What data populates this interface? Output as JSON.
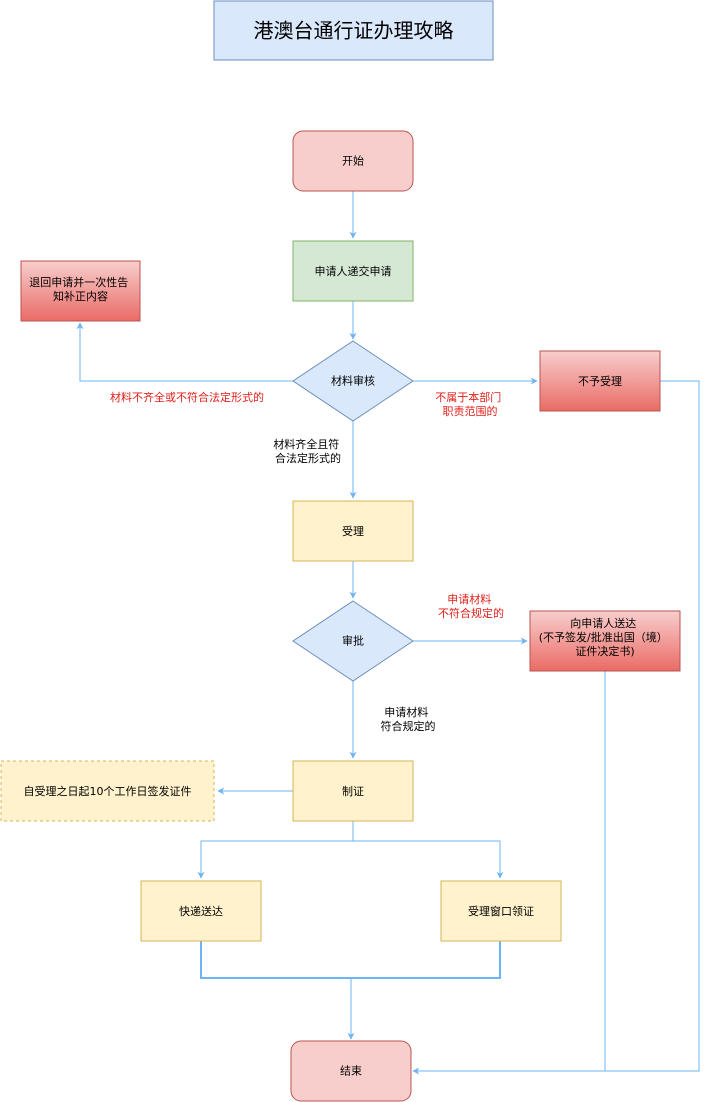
{
  "title": "港澳台通行证办理攻略",
  "nodes": {
    "start": "开始",
    "submit": [
      "申请人递交申请"
    ],
    "return_supplement": [
      "退回申请并一次性告",
      "知补正内容"
    ],
    "review": "材料审核",
    "reject": [
      "不予受理"
    ],
    "accept": [
      "受理"
    ],
    "approve": "审批",
    "notify": [
      "向申请人送达",
      "(不予签发/批准出国（境）",
      "证件决定书)"
    ],
    "make_cert": [
      "制证"
    ],
    "deadline_note": [
      "自受理之日起10个工作日签发证件"
    ],
    "express": [
      "快递送达"
    ],
    "window_pickup": [
      "受理窗口领证"
    ],
    "end": "结束"
  },
  "edge_labels": {
    "incomplete": [
      "材料不齐全或不符合法定形式的"
    ],
    "out_of_scope": [
      "不属于本部门",
      "职责范围的"
    ],
    "complete": [
      "材料齐全且符",
      "合法定形式的"
    ],
    "not_compliant": [
      "申请材料",
      "不符合规定的"
    ],
    "compliant": [
      "申请材料",
      "符合规定的"
    ]
  },
  "colors": {
    "arrow": "#6eb4f3",
    "red_fill": "#f8cecc",
    "red_stroke": "#b85450",
    "green_fill": "#d5e8d4",
    "green_stroke": "#82b366",
    "blue_fill": "#dae8fc",
    "blue_stroke": "#6c8ebf",
    "yellow_fill": "#fff2cc",
    "yellow_stroke": "#d6b656",
    "label_red": "#e0201b"
  }
}
